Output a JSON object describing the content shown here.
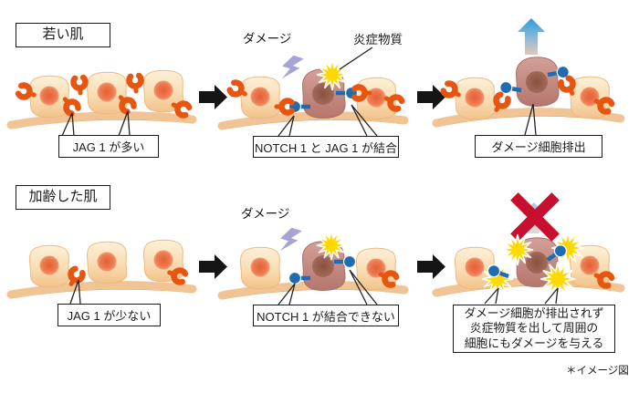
{
  "rows": [
    {
      "title": "若い肌",
      "panel1": {
        "caption": "JAG 1 が多い"
      },
      "panel2": {
        "caption": "NOTCH 1 と JAG 1 が結合",
        "damage_label": "ダメージ",
        "inflammation_label": "炎症物質"
      },
      "panel3": {
        "caption": "ダメージ細胞排出"
      }
    },
    {
      "title": "加齢した肌",
      "panel1": {
        "caption": "JAG 1 が少ない"
      },
      "panel2": {
        "caption": "NOTCH 1 が結合できない",
        "damage_label": "ダメージ"
      },
      "panel3": {
        "caption_lines": [
          "ダメージ細胞が排出されず",
          "炎症物質を出して周囲の",
          "細胞にもダメージを与える"
        ]
      }
    }
  ],
  "note": "＊イメージ図",
  "icons": {
    "step-arrow-icon": "➡",
    "ejection-arrow-icon": "⬆",
    "blocked-x-icon": "✕",
    "damage-lightning-icon": "⚡",
    "inflammation-burst-icon": "✸",
    "jag1-receptor-icon": "C-shape",
    "notch1-receptor-icon": "ball-on-stem"
  },
  "colors": {
    "jag_orange": "#e8550f",
    "notch_blue": "#1f6cb4",
    "burst_yellow": "#ffd800",
    "bolt_lavender": "#a7a3d4",
    "membrane_tan": "#f0c494",
    "membrane_edge": "#d8995b",
    "arrow_black": "#151515",
    "red_x": "#c8102e"
  }
}
